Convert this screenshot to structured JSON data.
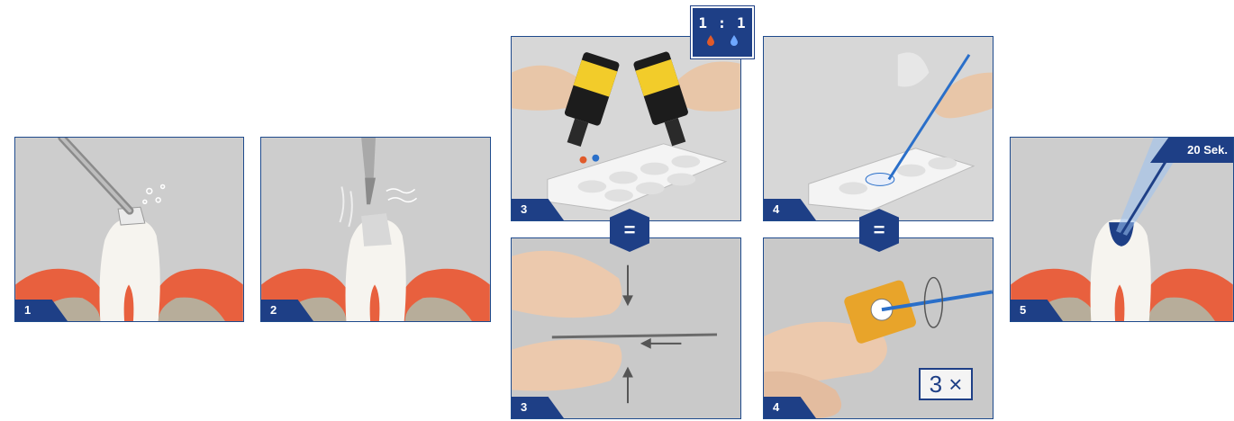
{
  "steps": {
    "step1": {
      "number": "1"
    },
    "step2": {
      "number": "2"
    },
    "step3_top": {
      "number": "3"
    },
    "step3_bottom": {
      "number": "3"
    },
    "step4_top": {
      "number": "4"
    },
    "step4_bottom": {
      "number": "4",
      "repeat_label": "3 ×"
    },
    "step5": {
      "number": "5",
      "time_label": "20 Sek."
    }
  },
  "mix_ratio": {
    "label": "1 : 1",
    "drop_colors": [
      "#e05a2a",
      "#2a6fc9"
    ]
  },
  "equals_symbol": "=",
  "colors": {
    "brand_blue": "#1e3f86",
    "gum_red": "#e85a3c",
    "tooth_white": "#f6f4ef",
    "brush_blue": "#2a6fc9"
  }
}
